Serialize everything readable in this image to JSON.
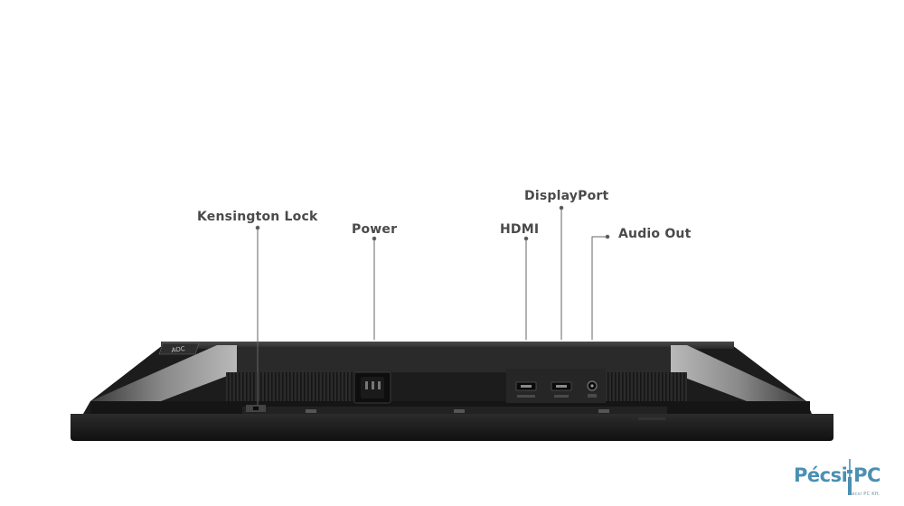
{
  "labels": {
    "kensington": "Kensington Lock",
    "power": "Power",
    "hdmi": "HDMI",
    "displayport": "DisplayPort",
    "audio": "Audio Out"
  },
  "monitor_brand": "AOC",
  "watermark": {
    "brand": "Pécsi PC",
    "tagline": "Pécsi PC Kft."
  },
  "colors": {
    "label": "#4a4a4a",
    "watermark": "#4b8fb3"
  }
}
